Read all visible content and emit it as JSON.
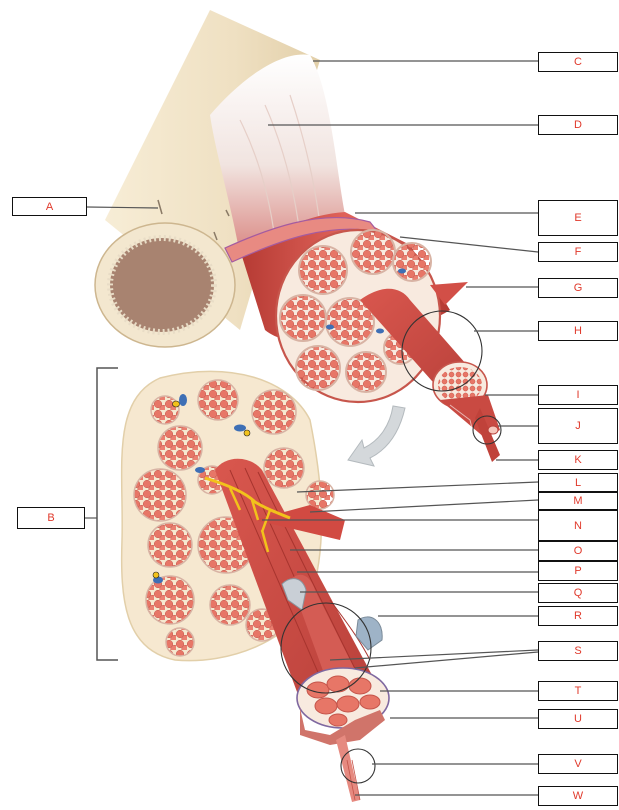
{
  "labels": {
    "a": "A",
    "b": "B",
    "c": "C",
    "d": "D",
    "e": "E",
    "f": "F",
    "g": "G",
    "h": "H",
    "i": "I",
    "j": "J",
    "k": "K",
    "l": "L",
    "m": "M",
    "n": "N",
    "o": "O",
    "p": "P",
    "q": "Q",
    "r": "R",
    "s": "S",
    "t": "T",
    "u": "U",
    "v": "V",
    "w": "W"
  },
  "colors": {
    "label_text": "#e0392b",
    "box_border": "#111111",
    "bone": "#efe3c8",
    "marrow": "#a88370",
    "tendon": "#f3e9e4",
    "muscle": "#c9473f",
    "muscle_light": "#e8807a",
    "fascicle_bg": "#f8eadf",
    "fiber": "#e77667",
    "nerve": "#f2c21b",
    "vessel_blue": "#3e6fb5",
    "arrow_gray": "#cfd3d6"
  }
}
